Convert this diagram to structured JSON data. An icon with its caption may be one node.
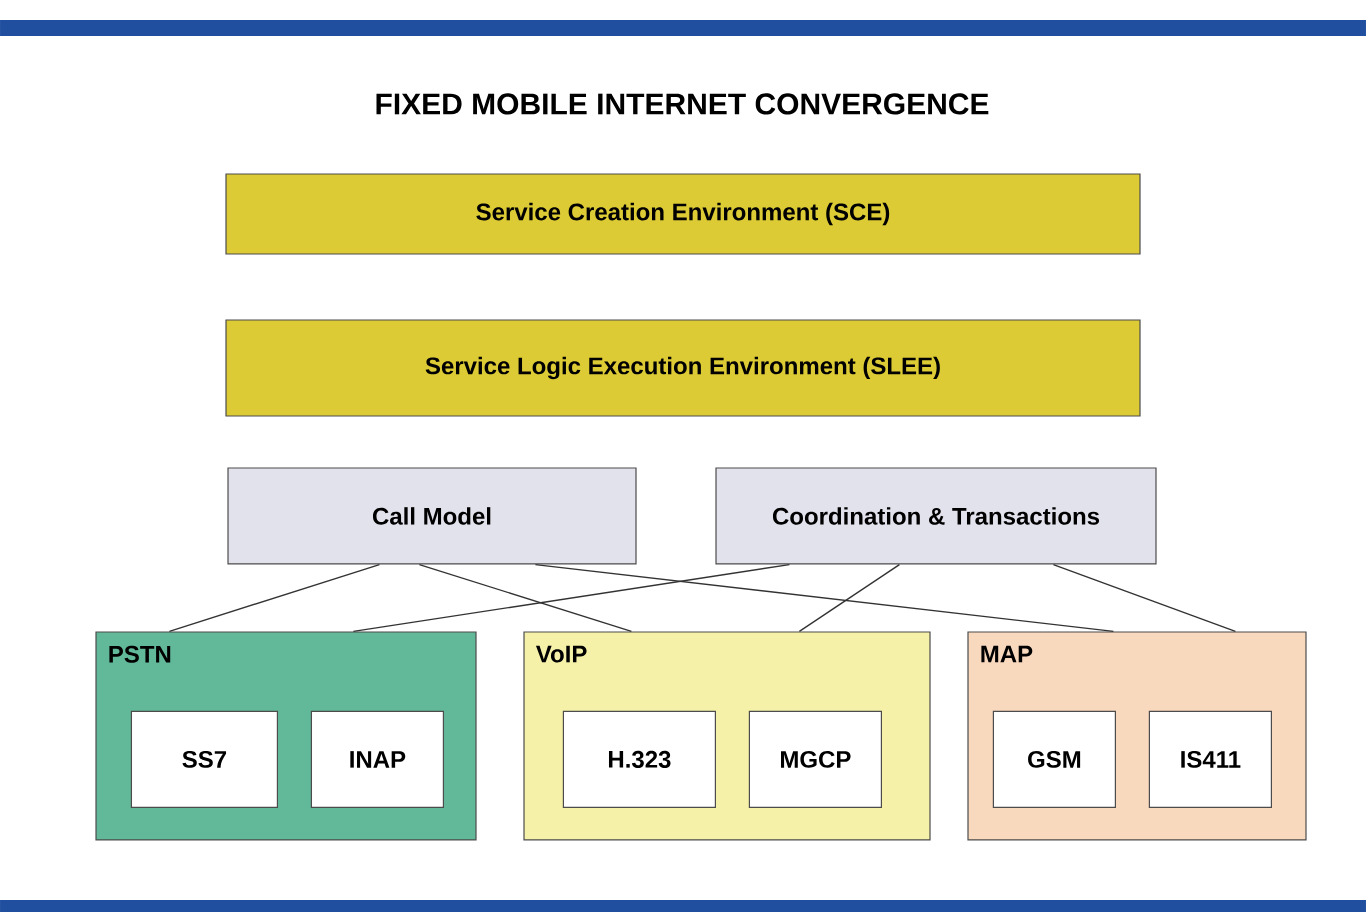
{
  "diagram": {
    "title": "FIXED MOBILE INTERNET CONVERGENCE",
    "nodes": [
      {
        "text": [
          "Service Creation Environment (SCE)"
        ]
      },
      {
        "text": [
          "Service Logic Execution Environment (SLEE)"
        ]
      },
      {
        "text": [
          "Call Model"
        ]
      },
      {
        "text": [
          "Coordination & Transactions"
        ]
      },
      {
        "text": [
          "PSTN"
        ]
      },
      {
        "text": [
          "SS7"
        ],
        "in": 4
      },
      {
        "text": [
          "INAP"
        ],
        "in": 4
      },
      {
        "text": [
          "VoIP"
        ]
      },
      {
        "text": [
          "H.323"
        ],
        "in": 7
      },
      {
        "text": [
          "MGCP"
        ],
        "in": 7
      },
      {
        "text": [
          "MAP"
        ]
      },
      {
        "text": [
          "GSM"
        ],
        "in": 10
      },
      {
        "text": [
          "IS411"
        ],
        "in": 10
      }
    ],
    "edges": [
      {
        "from": 2,
        "to": 4,
        "arrow": "none"
      },
      {
        "from": 2,
        "to": 7,
        "arrow": "none"
      },
      {
        "from": 2,
        "to": 10,
        "arrow": "none"
      },
      {
        "from": 3,
        "to": 4,
        "arrow": "none"
      },
      {
        "from": 3,
        "to": 7,
        "arrow": "none"
      },
      {
        "from": 3,
        "to": 10,
        "arrow": "none"
      }
    ]
  }
}
